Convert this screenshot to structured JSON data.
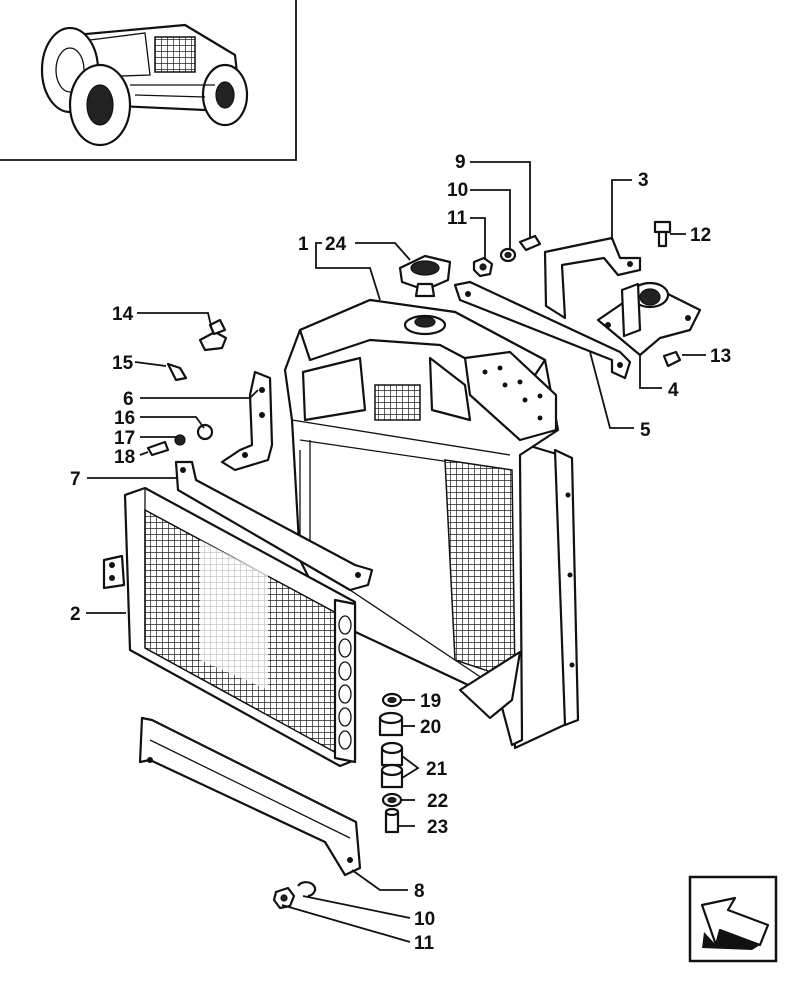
{
  "inset": {
    "icon": "tractor-thumbnail-icon"
  },
  "nav": {
    "icon": "prev-arrow-icon"
  },
  "callouts": [
    {
      "id": "c1",
      "text": "1"
    },
    {
      "id": "c24",
      "text": "24"
    },
    {
      "id": "c9",
      "text": "9"
    },
    {
      "id": "c10a",
      "text": "10"
    },
    {
      "id": "c11a",
      "text": "11"
    },
    {
      "id": "c3",
      "text": "3"
    },
    {
      "id": "c12",
      "text": "12"
    },
    {
      "id": "c13",
      "text": "13"
    },
    {
      "id": "c4",
      "text": "4"
    },
    {
      "id": "c5",
      "text": "5"
    },
    {
      "id": "c14",
      "text": "14"
    },
    {
      "id": "c15",
      "text": "15"
    },
    {
      "id": "c6",
      "text": "6"
    },
    {
      "id": "c16",
      "text": "16"
    },
    {
      "id": "c17",
      "text": "17"
    },
    {
      "id": "c18",
      "text": "18"
    },
    {
      "id": "c7",
      "text": "7"
    },
    {
      "id": "c2",
      "text": "2"
    },
    {
      "id": "c19",
      "text": "19"
    },
    {
      "id": "c20",
      "text": "20"
    },
    {
      "id": "c21",
      "text": "21"
    },
    {
      "id": "c22",
      "text": "22"
    },
    {
      "id": "c23",
      "text": "23"
    },
    {
      "id": "c8",
      "text": "8"
    },
    {
      "id": "c10b",
      "text": "10"
    },
    {
      "id": "c11b",
      "text": "11"
    }
  ]
}
